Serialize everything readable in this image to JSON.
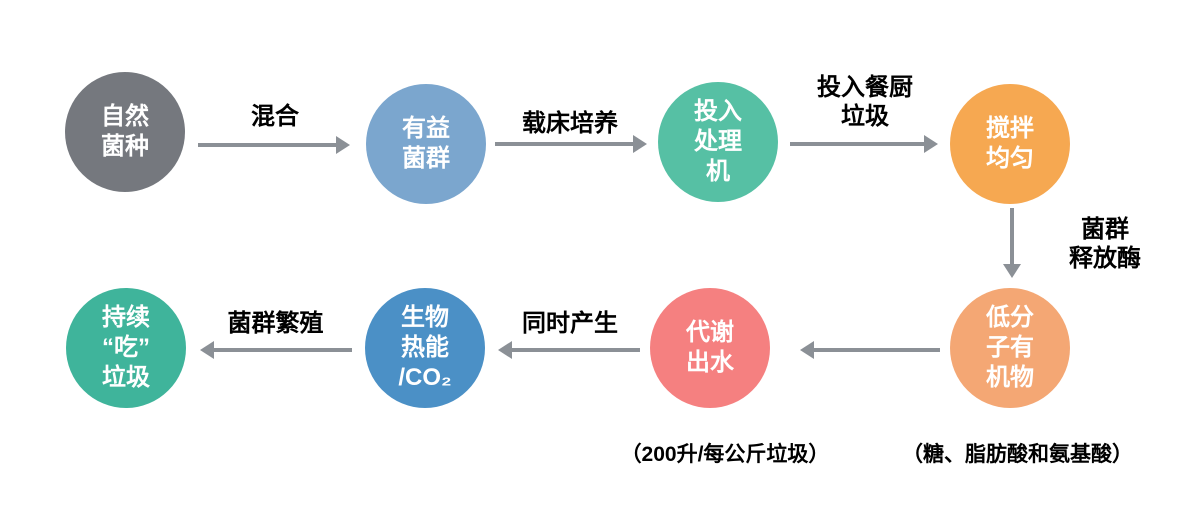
{
  "nodes": [
    {
      "name": "natural-bacteria",
      "lines": [
        "自然",
        "菌种"
      ],
      "color": "#75787E"
    },
    {
      "name": "beneficial-bacteria",
      "lines": [
        "有益",
        "菌群"
      ],
      "color": "#7BA6CE"
    },
    {
      "name": "into-processor",
      "lines": [
        "投入",
        "处理",
        "机"
      ],
      "color": "#56C0A4"
    },
    {
      "name": "stir-evenly",
      "lines": [
        "搅拌",
        "均匀"
      ],
      "color": "#F6A851"
    },
    {
      "name": "low-molecular-organics",
      "lines": [
        "低分",
        "子有",
        "机物"
      ],
      "color": "#F4A774"
    },
    {
      "name": "metabolic-water",
      "lines": [
        "代谢",
        "出水"
      ],
      "color": "#F58080"
    },
    {
      "name": "bio-heat-co2",
      "lines": [
        "生物",
        "热能",
        "/CO₂"
      ],
      "color": "#4B90C6"
    },
    {
      "name": "keep-eating-waste",
      "lines": [
        "持续",
        "“吃”",
        "垃圾"
      ],
      "color": "#3FB49B"
    }
  ],
  "edge_labels": {
    "mix": "混合",
    "carrier_bed_culture": "载床培养",
    "add_kitchen_waste": [
      "投入餐厨",
      "垃圾"
    ],
    "bacteria_release_enzyme": [
      "菌群",
      "释放酶"
    ],
    "simultaneously_produce": "同时产生",
    "bacteria_reproduce": "菌群繁殖"
  },
  "annotations": {
    "water_note": "（200升/每公斤垃圾）",
    "organics_note": "（糖、脂肪酸和氨基酸）"
  },
  "colors": {
    "arrow": "#8B9096",
    "node_text": "#FFFFFF",
    "label_text": "#000000",
    "background": "#FFFFFF"
  }
}
